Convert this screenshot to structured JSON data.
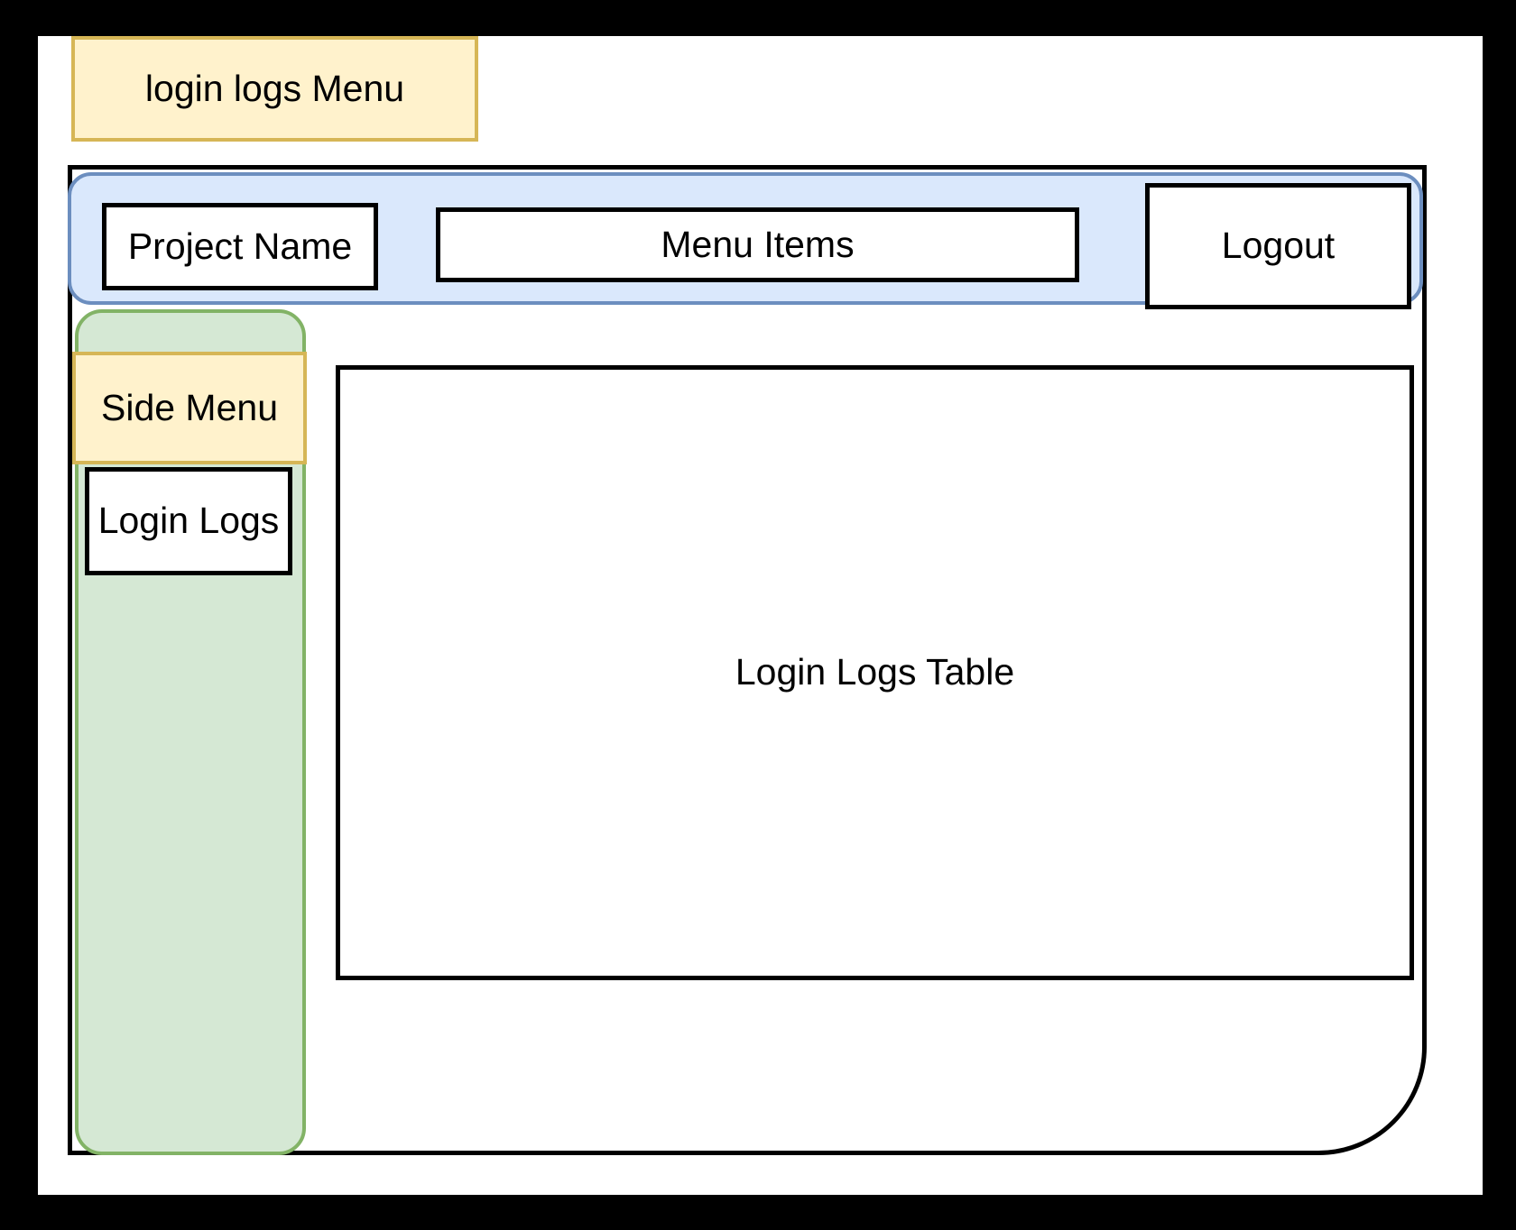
{
  "diagram": {
    "title_annotation": "login logs Menu",
    "window": {
      "top_bar": {
        "project_name": "Project Name",
        "menu_items": "Menu Items",
        "logout": "Logout"
      },
      "side_panel": {
        "label": "Side Menu",
        "items": [
          {
            "label": "Login Logs"
          }
        ]
      },
      "content": {
        "label": "Login Logs Table"
      }
    }
  },
  "colors": {
    "annotation_fill": "#fff2cc",
    "annotation_border": "#d6b656",
    "top_bar_fill": "#dae8fc",
    "top_bar_border": "#6c8ebf",
    "side_panel_fill": "#d5e8d4",
    "side_panel_border": "#82b366",
    "outline": "#000000",
    "page_background": "#ffffff",
    "frame_background": "#000000"
  }
}
